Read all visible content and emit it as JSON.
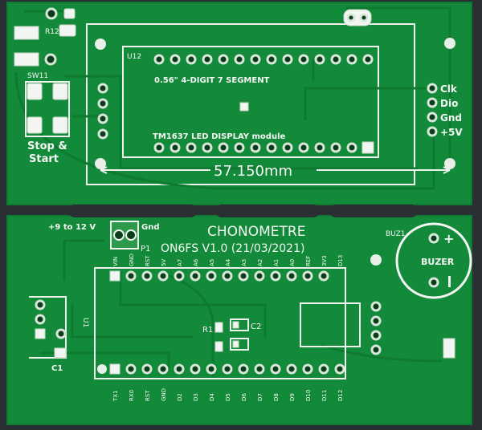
{
  "top_board": {
    "r12": "R12",
    "u12": "U12",
    "sw11": "SW11",
    "display_desc": "0.56\" 4-DIGIT 7 SEGMENT",
    "module_desc": "TM1637 LED DISPLAY module",
    "stop_start": [
      "Stop &",
      "Start"
    ],
    "pin_labels": [
      "Clk",
      "Dio",
      "Gnd",
      "+5V"
    ],
    "dimension": "57.150mm"
  },
  "bottom_board": {
    "supply": "+9 to 12 V",
    "gnd": "Gnd",
    "p1": "P1",
    "title": "CHONOMETRE",
    "subtitle": "ON6FS V1.0 (21/03/2021)",
    "buzer_ref": "BUZ1",
    "buzer": "BUZER",
    "plus": "+",
    "u1": "U1",
    "c1": "C1",
    "r1": "R1",
    "c2": "C2",
    "top_pins": [
      "VIN",
      "GND",
      "RST",
      "5V",
      "A7",
      "A6",
      "A5",
      "A4",
      "A3",
      "A2",
      "A1",
      "A0",
      "REF",
      "3V3",
      "D13"
    ],
    "bottom_pins": [
      "TX1",
      "RX0",
      "RST",
      "GND",
      "D2",
      "D3",
      "D4",
      "D5",
      "D6",
      "D7",
      "D8",
      "D9",
      "D10",
      "D11",
      "D12"
    ]
  }
}
